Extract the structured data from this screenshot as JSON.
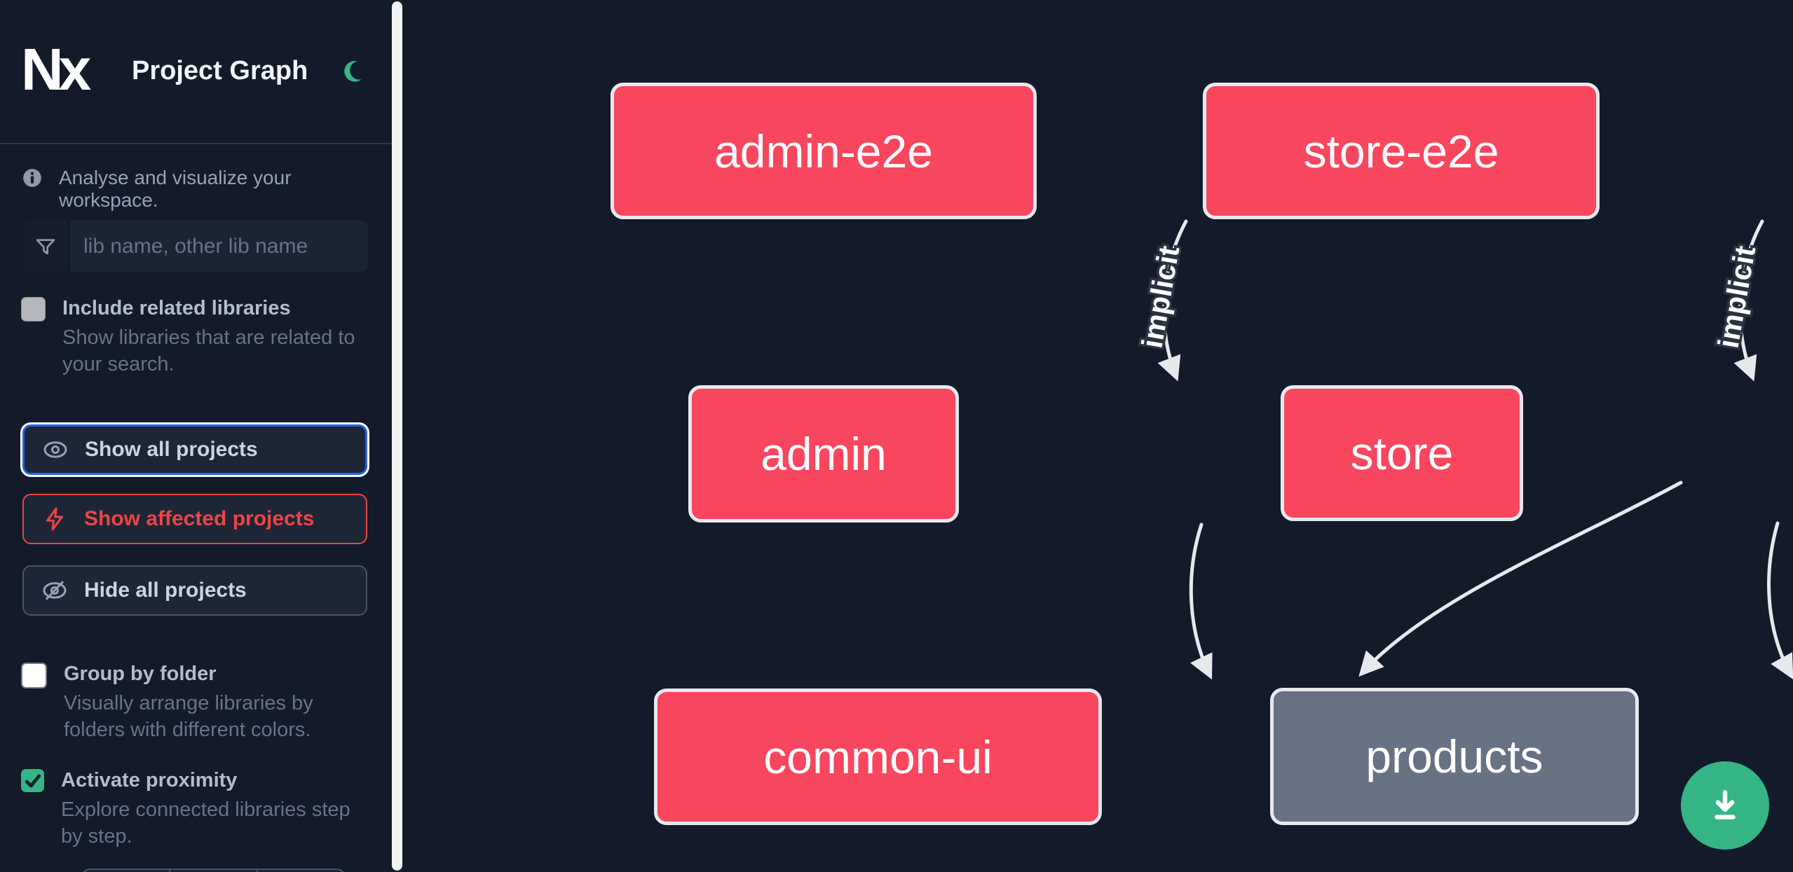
{
  "header": {
    "logo_text": "Nx",
    "title": "Project Graph",
    "theme_toggle_icon": "moon-icon",
    "theme_color": "#35b486"
  },
  "sidebar": {
    "intro": "Analyse and visualize your workspace.",
    "search": {
      "placeholder": "lib name, other lib name",
      "value": "",
      "icon": "funnel-icon"
    },
    "options": [
      {
        "label": "Include related libraries",
        "description": "Show libraries that are related to your search.",
        "checked": false
      },
      {
        "label": "Group by folder",
        "description": "Visually arrange libraries by folders with different colors.",
        "checked": false
      },
      {
        "label": "Activate proximity",
        "description": "Explore connected libraries step by step.",
        "checked": true
      }
    ],
    "actions": [
      {
        "label": "Show all projects",
        "icon": "eye-icon",
        "state": "focused"
      },
      {
        "label": "Show affected projects",
        "icon": "bolt-icon",
        "state": "danger"
      },
      {
        "label": "Hide all projects",
        "icon": "eye-slash-icon",
        "state": "neutral"
      }
    ]
  },
  "graph": {
    "nodes": [
      {
        "id": "admin-e2e",
        "label": "admin-e2e",
        "kind": "affected"
      },
      {
        "id": "store-e2e",
        "label": "store-e2e",
        "kind": "affected"
      },
      {
        "id": "admin",
        "label": "admin",
        "kind": "affected"
      },
      {
        "id": "store",
        "label": "store",
        "kind": "affected"
      },
      {
        "id": "common-ui",
        "label": "common-ui",
        "kind": "affected"
      },
      {
        "id": "products",
        "label": "products",
        "kind": "normal"
      }
    ],
    "edges": [
      {
        "from": "admin-e2e",
        "to": "admin",
        "label": "implicit"
      },
      {
        "from": "store-e2e",
        "to": "store",
        "label": "implicit"
      },
      {
        "from": "admin",
        "to": "common-ui",
        "label": ""
      },
      {
        "from": "store",
        "to": "common-ui",
        "label": ""
      },
      {
        "from": "store",
        "to": "products",
        "label": ""
      }
    ]
  },
  "fab": {
    "icon": "download-icon",
    "color": "#35b486"
  },
  "colors": {
    "background": "#131b2b",
    "affected_node": "#f9465f",
    "normal_node": "#687285",
    "node_border": "#e7e9ec",
    "edge": "#e6e8eb",
    "focus_blue": "#2563eb",
    "danger_red": "#ef4444",
    "accent_green": "#35b486"
  }
}
